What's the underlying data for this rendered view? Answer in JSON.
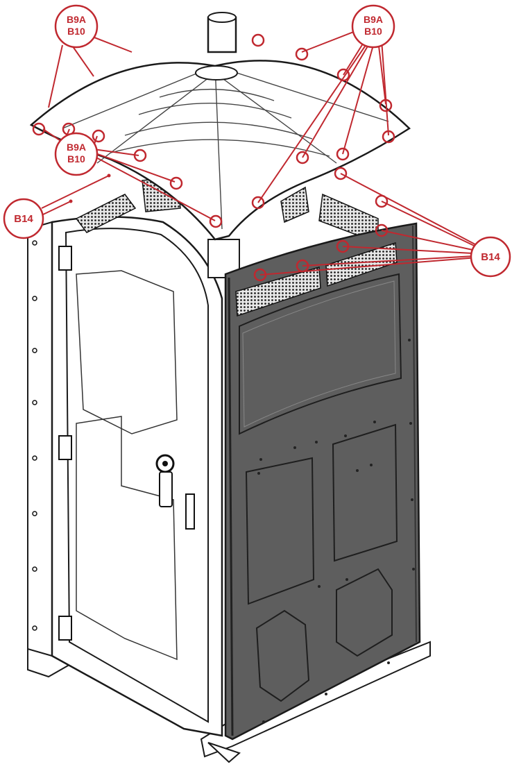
{
  "callouts": {
    "top_left": {
      "line1": "B9A",
      "line2": "B10"
    },
    "top_right": {
      "line1": "B9A",
      "line2": "B10"
    },
    "mid_left": {
      "line1": "B9A",
      "line2": "B10"
    },
    "left_b14": {
      "label": "B14"
    },
    "right_b14": {
      "label": "B14"
    }
  },
  "colors": {
    "callout": "#c0282f",
    "outline": "#1a1a1a",
    "panel": "#5e5e5e",
    "panel_dark": "#4a4a4a",
    "mesh": "#2a2a2a",
    "fill_light": "#ffffff"
  }
}
